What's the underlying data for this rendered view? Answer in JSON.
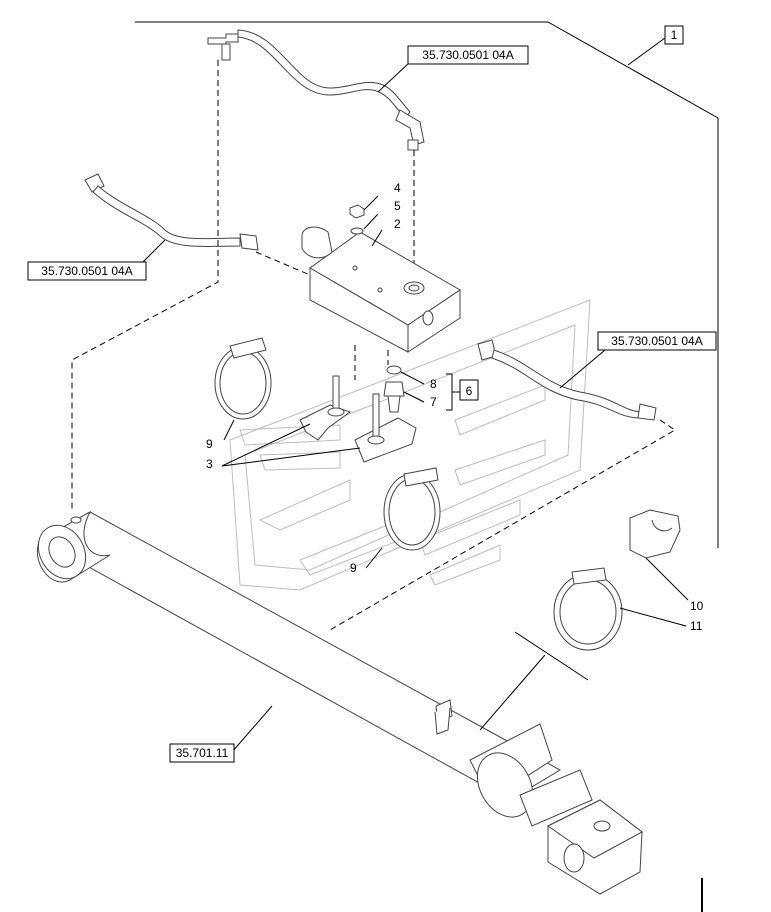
{
  "callouts": {
    "n1": "1",
    "n2": "2",
    "n3": "3",
    "n4": "4",
    "n5": "5",
    "n6": "6",
    "n7": "7",
    "n8": "8",
    "n9a": "9",
    "n9b": "9",
    "n10": "10",
    "n11": "11"
  },
  "references": {
    "ref_top": "35.730.0501 04A",
    "ref_left": "35.730.0501 04A",
    "ref_right": "35.730.0501 04A",
    "ref_cylinder": "35.701.11"
  }
}
